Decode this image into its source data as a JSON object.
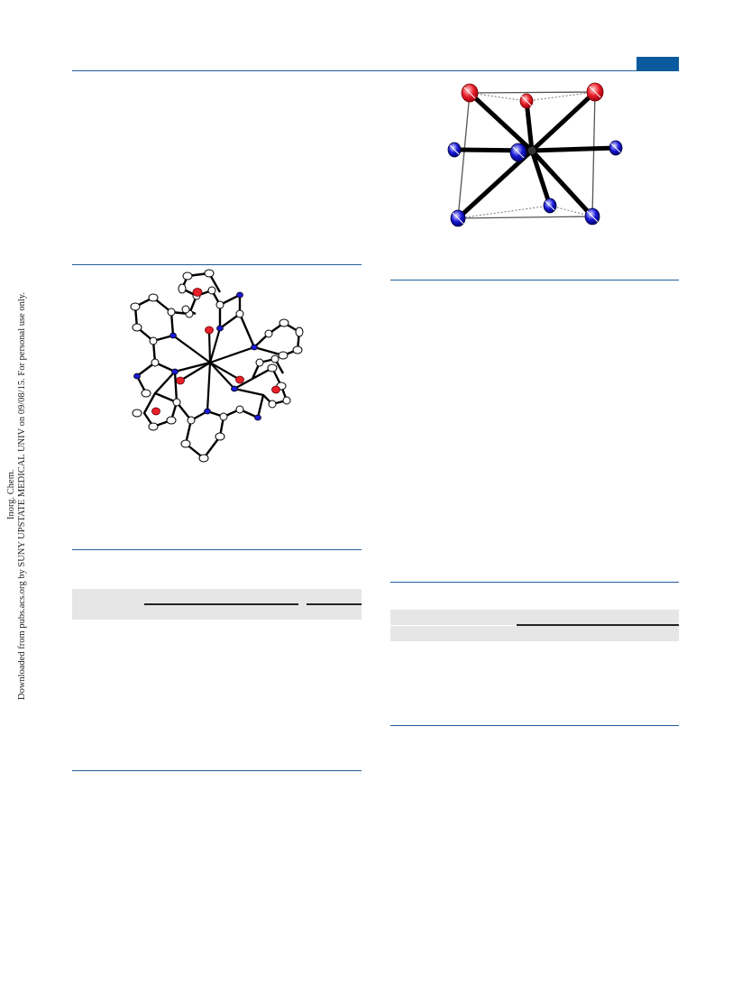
{
  "sidebar": {
    "journal": "Inorg. Chem.",
    "download_note": "Downloaded from pubs.acs.org by SUNY UPSTATE MEDICAL UNIV on 09/08/15. For personal use only."
  },
  "colors": {
    "rule_blue": "#1f5f9a",
    "tab_blue": "#0b5a9e",
    "oxygen_red": "#e8202a",
    "nitrogen_blue": "#1a1ad6",
    "table_head_gray": "#e6e6e6"
  },
  "figures": {
    "coordination_polyhedron": {
      "atoms_top": "oxygen",
      "atoms_side_bottom": "nitrogen"
    },
    "molecular_structure": {
      "style": "ORTEP thermal ellipsoid plot"
    }
  }
}
